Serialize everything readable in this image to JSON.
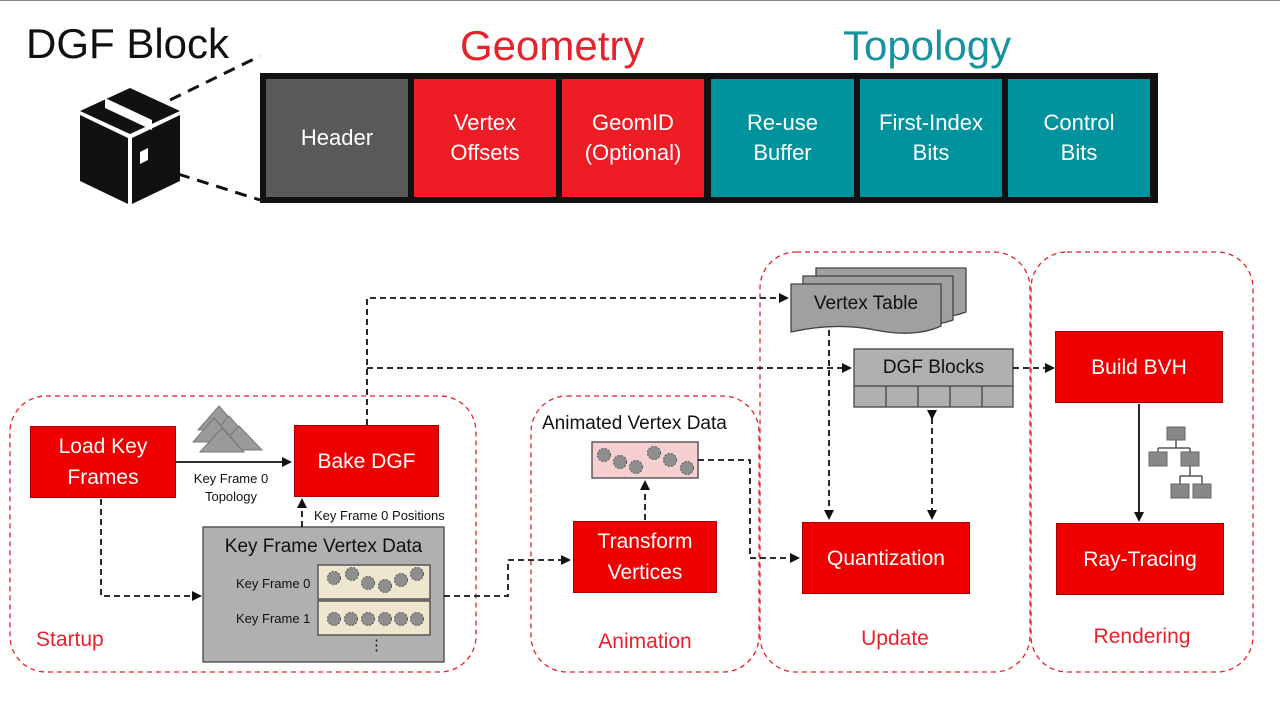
{
  "block": {
    "title": "DGF Block",
    "geometry_label": "Geometry",
    "topology_label": "Topology",
    "cells": {
      "header": "Header",
      "vertex_offsets": "Vertex\nOffsets",
      "geom_id": "GeomID\n(Optional)",
      "reuse_buffer": "Re-use\nBuffer",
      "first_index_bits": "First-Index\nBits",
      "control_bits": "Control\nBits"
    }
  },
  "pipeline": {
    "startup": {
      "label": "Startup",
      "load_key_frames": "Load Key\nFrames",
      "bake_dgf": "Bake DGF",
      "key_frame_topology": "Key Frame 0\nTopology",
      "key_frame_positions": "Key Frame 0 Positions",
      "vertex_data_title": "Key Frame Vertex Data",
      "key_frame_0": "Key Frame 0",
      "key_frame_1": "Key Frame 1",
      "ellipsis": "⋮"
    },
    "animation": {
      "label": "Animation",
      "animated_vertex_data": "Animated Vertex Data",
      "transform_vertices": "Transform\nVertices"
    },
    "update": {
      "label": "Update",
      "vertex_table": "Vertex Table",
      "dgf_blocks": "DGF Blocks",
      "quantization": "Quantization"
    },
    "rendering": {
      "label": "Rendering",
      "build_bvh": "Build BVH",
      "ray_tracing": "Ray-Tracing"
    }
  },
  "colors": {
    "red": "#ee0000",
    "teal": "#00939e",
    "header_gray": "#5a5a5a",
    "panel_gray": "#b0b0b0"
  },
  "icons": [
    "box-icon",
    "triangle-mesh-icon",
    "tree-hierarchy-icon"
  ]
}
